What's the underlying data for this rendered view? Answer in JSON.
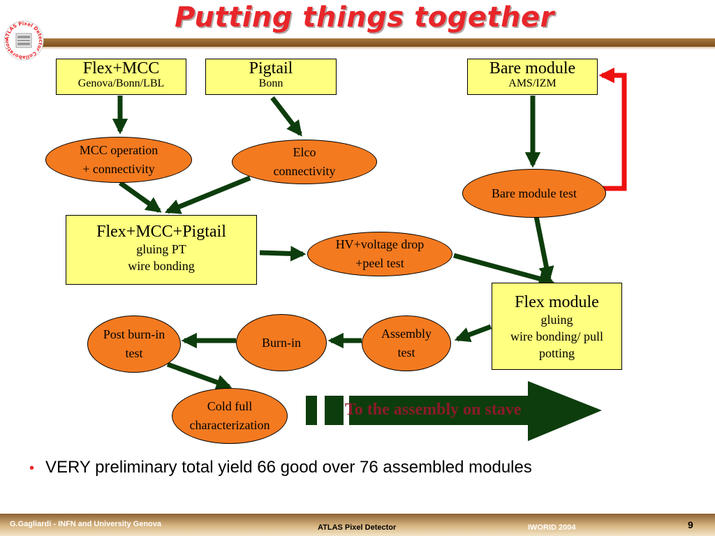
{
  "title": "Putting things together",
  "logo": {
    "icon": "atlas-pixel-collaboration-logo",
    "text": "ATLAS Pixel Detector Collaboration"
  },
  "boxes": {
    "flex_mcc": {
      "title": "Flex+MCC",
      "sub": "Genova/Bonn/LBL"
    },
    "pigtail": {
      "title": "Pigtail",
      "sub": "Bonn"
    },
    "bare_module": {
      "title": "Bare module",
      "sub": "AMS/IZM"
    },
    "flex_mcc_pigtail": {
      "title": "Flex+MCC+Pigtail",
      "line1": "gluing PT",
      "line2": "wire bonding"
    },
    "flex_module": {
      "title": "Flex module",
      "line1": "gluing",
      "line2": "wire bonding/ pull",
      "line3": "potting"
    }
  },
  "ovals": {
    "mcc_operation": {
      "line1": "MCC operation",
      "line2": "+ connectivity"
    },
    "elco": {
      "line1": "Elco",
      "line2": "connectivity"
    },
    "bare_module_test": {
      "line1": "Bare module test"
    },
    "hv_voltage_drop": {
      "line1": "HV+voltage drop",
      "line2": "+peel test"
    },
    "assembly_test": {
      "line1": "Assembly",
      "line2": "test"
    },
    "burn_in": {
      "line1": "Burn-in"
    },
    "post_burn_in": {
      "line1": "Post burn-in",
      "line2": "test"
    },
    "cold_full": {
      "line1": "Cold full",
      "line2": "characterization"
    }
  },
  "stave_arrow": {
    "label": "To the assembly on stave"
  },
  "bullet": {
    "text": "VERY preliminary total yield 66 good over 76 assembled modules"
  },
  "footer": {
    "left": "G.Gagliardi - INFN and University  Genova",
    "center": "ATLAS Pixel Detector",
    "right": "IWORID 2004",
    "page": "9"
  },
  "colors": {
    "title": "#e8262a",
    "box_fill": "#ffff80",
    "oval_fill": "#f47a20",
    "flow_arrow": "#0d3d0d",
    "feedback_arrow": "#ee1111",
    "stave_arrow_text": "#8b1a2a"
  }
}
